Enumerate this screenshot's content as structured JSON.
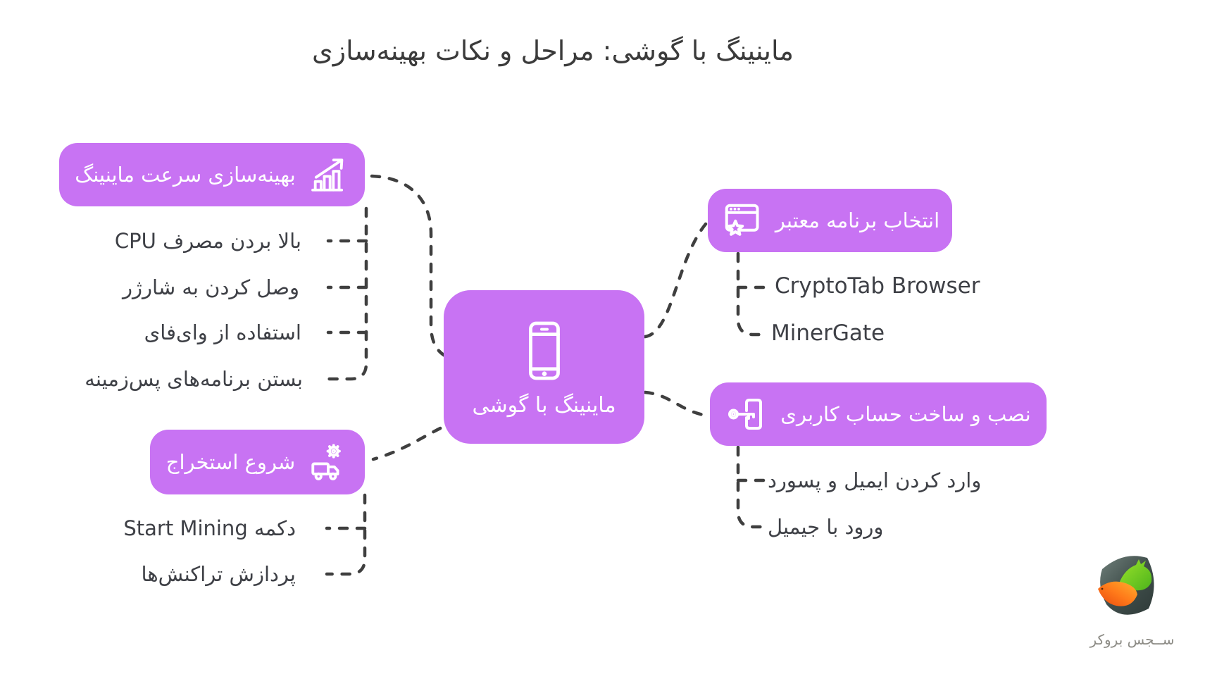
{
  "title": "ماینینگ با گوشی: مراحل و نکات بهینه‌سازی",
  "center": {
    "label": "ماینینگ با گوشی",
    "icon": "smartphone-icon"
  },
  "branches": [
    {
      "label": "بهینه‌سازی سرعت ماینینگ",
      "icon": "growth-chart-icon",
      "items": [
        "بالا بردن مصرف CPU",
        "وصل کردن به شارژر",
        "استفاده از وای‌فای",
        "بستن برنامه‌های پس‌زمینه"
      ]
    },
    {
      "label": "شروع استخراج",
      "icon": "gear-truck-icon",
      "items": [
        "دکمه Start Mining",
        "پردازش تراکنش‌ها"
      ]
    },
    {
      "label": "انتخاب برنامه معتبر",
      "icon": "browser-star-icon",
      "items": [
        "CryptoTab Browser",
        "MinerGate"
      ]
    },
    {
      "label": "نصب و ساخت حساب کاربری",
      "icon": "key-phone-icon",
      "items": [
        "وارد کردن ایمیل و پسورد",
        "ورود با جیمیل"
      ]
    }
  ],
  "logo": {
    "caption": "ســجس بروکر"
  },
  "colors": {
    "accent": "#c873f3",
    "line": "#3f3f3f",
    "ink": "#3e4046",
    "node-text": "#ffffff",
    "logo-text": "#8d8c86"
  }
}
